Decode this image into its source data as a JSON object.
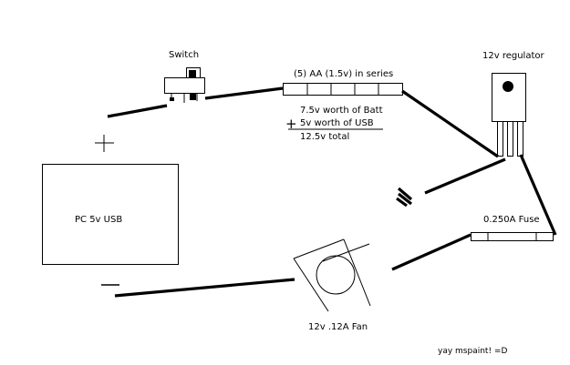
{
  "labels": {
    "switch": "Switch",
    "battery": "(5) AA (1.5v) in series",
    "batt_volts": "7.5v worth of Batt",
    "usb_volts": "5v worth of USB",
    "total": "12.5v total",
    "plus_sign": "+",
    "regulator": "12v regulator",
    "pc": "PC 5v USB",
    "fuse": "0.250A Fuse",
    "fan": "12v .12A Fan",
    "footer": "yay mspaint! =D"
  },
  "battery_cells": 5,
  "colors": {
    "ink": "#000000",
    "paper": "#ffffff"
  }
}
